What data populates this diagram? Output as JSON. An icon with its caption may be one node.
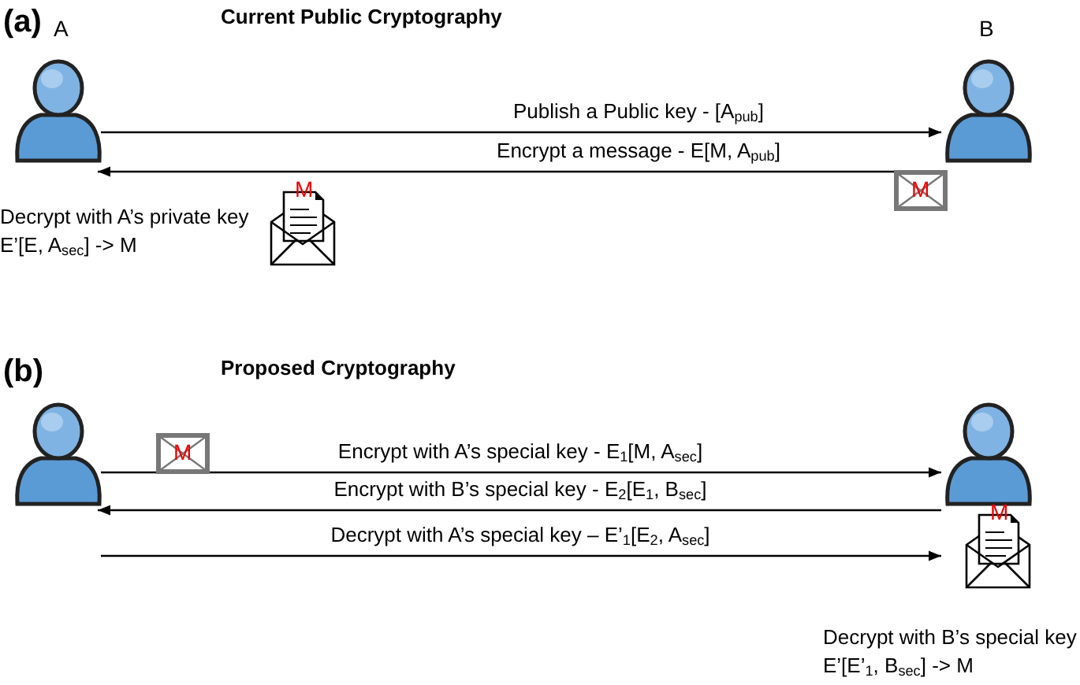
{
  "diagram": {
    "nodes": [
      {
        "text": [
          "A"
        ]
      },
      {
        "text": [
          "B"
        ]
      },
      {
        "text": [],
        "shape": "person"
      },
      {
        "text": [],
        "shape": "person"
      }
    ],
    "edges": [
      {
        "from": 0,
        "to": 1,
        "arrow": "to",
        "label": "Publish a Public key -  [A$_{pub}$]"
      },
      {
        "from": 1,
        "to": 0,
        "arrow": "to",
        "label": "Encrypt a message - E[M, A$_{pub}$]"
      },
      {
        "from": 2,
        "to": 3,
        "arrow": "to",
        "label": "Encrypt with A’s special key -  E$_{1}$[M, A$_{sec}$]"
      },
      {
        "from": 3,
        "to": 2,
        "arrow": "to",
        "label": "Encrypt with B’s special key - E$_{2}$[E$_{1}$, B$_{sec}$]"
      },
      {
        "from": 2,
        "to": 3,
        "arrow": "to",
        "label": "Decrypt with A’s special key – E’$_{1}$[E$_{2}$, A$_{sec}$]"
      }
    ],
    "labels": [
      "(a)",
      "Current Public Cryptography",
      "M",
      "M",
      "Decrypt with A’s private key",
      "E’[E, A$_{sec}$] -> M",
      "(b)",
      "Proposed Cryptography",
      "M",
      "M",
      "Decrypt with B’s special key",
      "E’[E’$_{1}$, B$_{sec}$] -> M"
    ]
  }
}
